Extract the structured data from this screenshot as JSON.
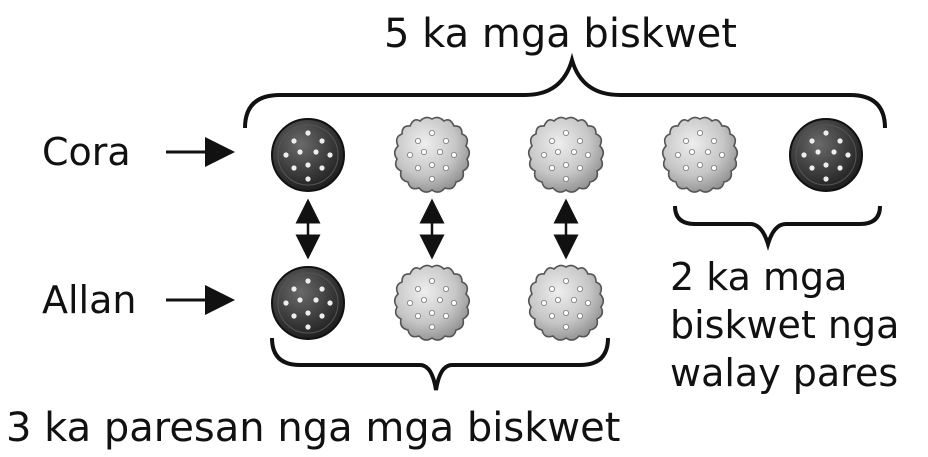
{
  "labels": {
    "top_total": "5 ka mga biskwet",
    "row_cora": "Cora",
    "row_allan": "Allan",
    "unpaired_line1": "2 ka mga",
    "unpaired_line2": "biskwet nga",
    "unpaired_line3": "walay pares",
    "pairs_total": "3 ka paresan nga mga biskwet"
  },
  "cora_cookies": [
    {
      "kind": "dark-round"
    },
    {
      "kind": "light-scalloped"
    },
    {
      "kind": "light-scalloped"
    },
    {
      "kind": "light-scalloped"
    },
    {
      "kind": "dark-round"
    }
  ],
  "allan_cookies": [
    {
      "kind": "dark-round"
    },
    {
      "kind": "light-scalloped"
    },
    {
      "kind": "light-scalloped"
    }
  ],
  "colors": {
    "dark_cookie": "#3a3a3a",
    "light_cookie": "#c9c9c9",
    "ink": "#111111"
  }
}
